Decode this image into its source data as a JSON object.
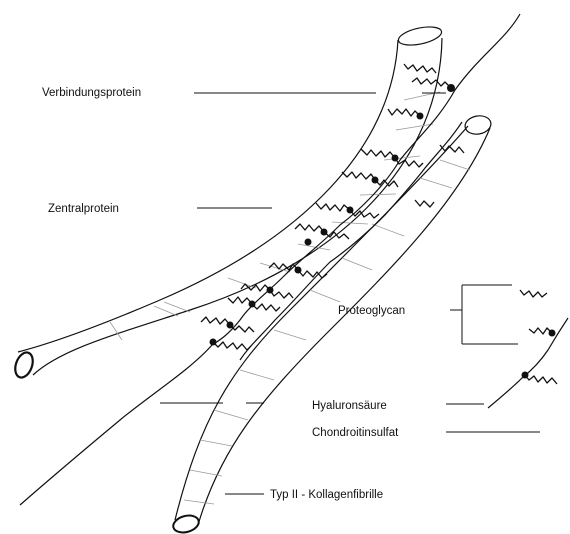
{
  "labels": {
    "verbindungsprotein": "Verbindungsprotein",
    "zentralprotein": "Zentralprotein",
    "proteoglycan": "Proteoglycan",
    "hyaluronsaeure": "Hyaluronsäure",
    "chondroitinsulfat": "Chondroitinsulfat",
    "kollagenfibrille": "Typ II - Kollagenfibrille"
  },
  "colors": {
    "line": "#111111",
    "fibril_shade": "#9a9a9a",
    "background": "#ffffff"
  }
}
